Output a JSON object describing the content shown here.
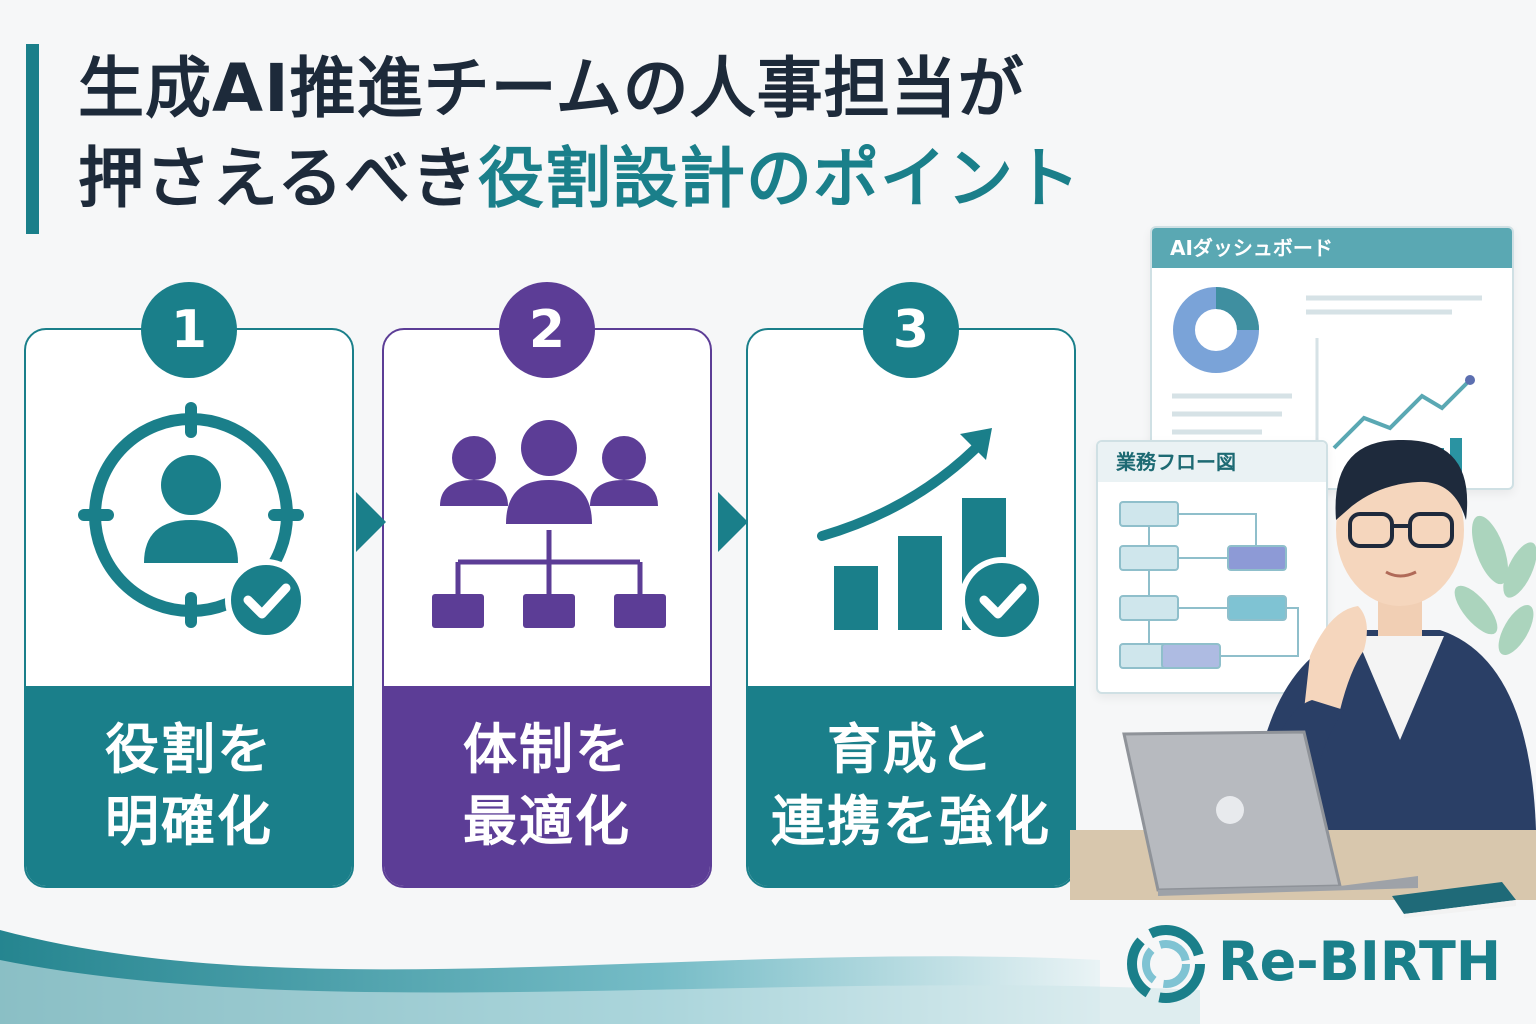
{
  "title": {
    "line1": "生成AI推進チームの人事担当が",
    "line2_prefix": "押さえるべき",
    "line2_highlight": "役割設計のポイント"
  },
  "cards": [
    {
      "number": "1",
      "label": "役割を\n明確化",
      "color": "#1a7f8a"
    },
    {
      "number": "2",
      "label": "体制を\n最適化",
      "color": "#5c3d96"
    },
    {
      "number": "3",
      "label": "育成と\n連携を強化",
      "color": "#1a7f8a"
    }
  ],
  "dashboard": {
    "title": "AIダッシュボード"
  },
  "flow": {
    "title": "業務フロー図"
  },
  "logo": {
    "text": "Re-BIRTH"
  },
  "colors": {
    "teal": "#1a7f8a",
    "purple": "#5c3d96",
    "navy": "#1d2a3a"
  }
}
